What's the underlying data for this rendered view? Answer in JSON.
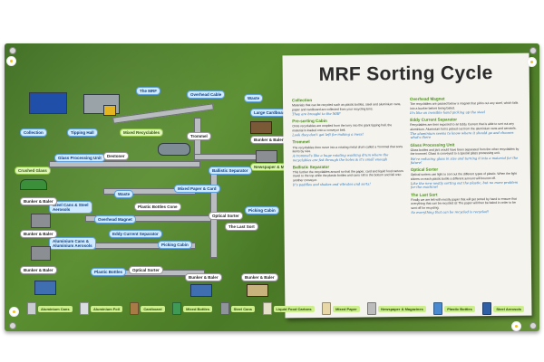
{
  "board": {
    "title": "MRF Sorting Cycle"
  },
  "diagram": {
    "labels": {
      "the_mrf": "The MRF",
      "collection": "Collection",
      "tipping_hall": "Tipping Hall",
      "mixed_recyclables": "Mixed Recyclables",
      "overhead_cable": "Overhead Cable",
      "waste": "Waste",
      "large_cardboard": "Large Cardboard",
      "trommel": "Trommel",
      "newspaper_magazines": "Newspaper & Magazines",
      "ballistic_separator": "Ballistic Separator",
      "glass_processing_unit": "Glass Processing Unit",
      "crushed_glass": "Crushed Glass",
      "destoner": "Destoner",
      "mixed_paper_card": "Mixed Paper & Card",
      "bunker_baler_1": "Bunker & Baler",
      "bunker_baler_2": "Bunker & Baler",
      "bunker_baler_3": "Bunker & Baler",
      "bunker_baler_4": "Bunker & Baler",
      "bunker_baler_5": "Bunker & Baler",
      "bunker_baler_6": "Bunker & Baler",
      "steel_cans": "Steel Cans & Steel Aerosols",
      "waste2": "Waste",
      "plastic_bottles_cone": "Plastic Bottles Cone",
      "picking_cabin": "Picking Cabin",
      "overhead_magnet": "Overhead Magnet",
      "optical_sorter": "Optical Sorter",
      "the_last_sort": "The Last Sort",
      "aluminium_cans": "Aluminium Cans & Aluminium Aerosols",
      "eddy_current_separator": "Eddy Current Separator",
      "picking_cabin2": "Picking Cabin",
      "plastic_bottles": "Plastic Bottles",
      "optical_sorter2": "Optical Sorter"
    }
  },
  "notice": {
    "left": [
      {
        "heading": "Collection",
        "text": "Materials that can be recycled such as plastic bottles, steel and aluminium cans, paper and cardboard are collected from your recycling bins.",
        "quote": "They are brought to the MRF"
      },
      {
        "heading": "Pre-sorting Cabin",
        "text": "Once recyclables are emptied from the lorry into the giant tipping hall, the material is loaded onto a conveyor belt.",
        "quote": "Look they don't get left for making a mess!"
      },
      {
        "heading": "Trommel",
        "text": "The recyclables then move into a rotating metal drum called a Trommel that sorts items by size.",
        "quote": "A trommel's like a huge rotating washing drum where the recyclables are fed through the holes & it's small enough"
      },
      {
        "heading": "Ballistic Separator",
        "text": "This further the recyclables around so that the paper, card and liquid food cartons travel to the top while the plastic bottles and cans roll to the bottom and fall onto another conveyor.",
        "quote": "It's paddles and shakes and vibrates and sorts!"
      }
    ],
    "right": [
      {
        "heading": "Overhead Magnet",
        "text": "The recyclables are passed below a magnet that picks out any steel, which falls into a bunker before being baled.",
        "quote": "It's like an invisible hand picking up the steel"
      },
      {
        "heading": "Eddy Current Separator",
        "text": "Recyclables are then exposed to an Eddy Current that is able to sort out any aluminium. Aluminium foil is picked out from the aluminium cans and aerosols.",
        "quote": "The aluminium seems to know where it should go and chooses what's there"
      },
      {
        "heading": "Glass Processing Unit",
        "text": "Glass bottles and jars would have been separated from the other recyclables by the trommel. Glass is conveyed to a special glass processing unit.",
        "quote": "We're reducing glass in size and turning it into a material for the future!"
      },
      {
        "heading": "Optical Sorter",
        "text": "Optical sorters use light to sort out the different types of plastic. When the light shines on each plastic bottle a different amount will bounce off.",
        "quote": "Like the new neatly sorting out the plastic, but no more problem for the machine!"
      },
      {
        "heading": "The Last Sort",
        "text": "Finally we are left with mostly paper that will get sorted by hand to ensure that everything that can be recycled is! The paper will then be baled in order to be sent off for recycling.",
        "quote": "So everything that can be recycled is recycled!"
      }
    ]
  },
  "legend": [
    {
      "label": "Aluminium Cans",
      "color": "#c9cdd0"
    },
    {
      "label": "Aluminium Foil",
      "color": "#d9dde0"
    },
    {
      "label": "Cardboard",
      "color": "#a87a45"
    },
    {
      "label": "Mixed Bottles",
      "color": "#3f9a55"
    },
    {
      "label": "Steel Cans",
      "color": "#8f949a"
    },
    {
      "label": "Liquid Food Cartons",
      "color": "#e5e1c8"
    },
    {
      "label": "Mixed Paper",
      "color": "#e8d8a8"
    },
    {
      "label": "Newspaper & Magazines",
      "color": "#bcbcbc"
    },
    {
      "label": "Plastic Bottles",
      "color": "#4a8ad0"
    },
    {
      "label": "Steel Aerosols",
      "color": "#2f5fa5"
    }
  ]
}
